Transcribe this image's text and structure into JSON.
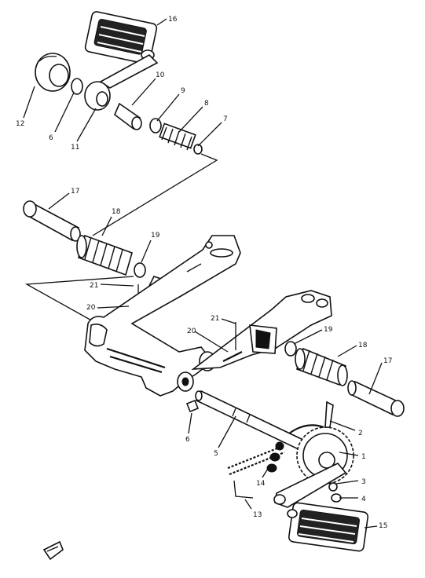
{
  "diagram": {
    "labels": [
      {
        "id": "c1",
        "text": "16"
      },
      {
        "id": "c2",
        "text": "10"
      },
      {
        "id": "c3",
        "text": "9"
      },
      {
        "id": "c4",
        "text": "8"
      },
      {
        "id": "c5",
        "text": "7"
      },
      {
        "id": "c6",
        "text": "12"
      },
      {
        "id": "c7",
        "text": "6"
      },
      {
        "id": "c8",
        "text": "11"
      },
      {
        "id": "c9",
        "text": "17"
      },
      {
        "id": "c10",
        "text": "18"
      },
      {
        "id": "c11",
        "text": "19"
      },
      {
        "id": "c12",
        "text": "21"
      },
      {
        "id": "c13",
        "text": "20"
      },
      {
        "id": "c14",
        "text": "21"
      },
      {
        "id": "c15",
        "text": "20"
      },
      {
        "id": "c16",
        "text": "19"
      },
      {
        "id": "c17",
        "text": "18"
      },
      {
        "id": "c18",
        "text": "17"
      },
      {
        "id": "c19",
        "text": "6"
      },
      {
        "id": "c20",
        "text": "5"
      },
      {
        "id": "c21",
        "text": "2"
      },
      {
        "id": "c22",
        "text": "1"
      },
      {
        "id": "c23",
        "text": "3"
      },
      {
        "id": "c24",
        "text": "4"
      },
      {
        "id": "c25",
        "text": "14"
      },
      {
        "id": "c26",
        "text": "13"
      },
      {
        "id": "c27",
        "text": "15"
      }
    ]
  }
}
